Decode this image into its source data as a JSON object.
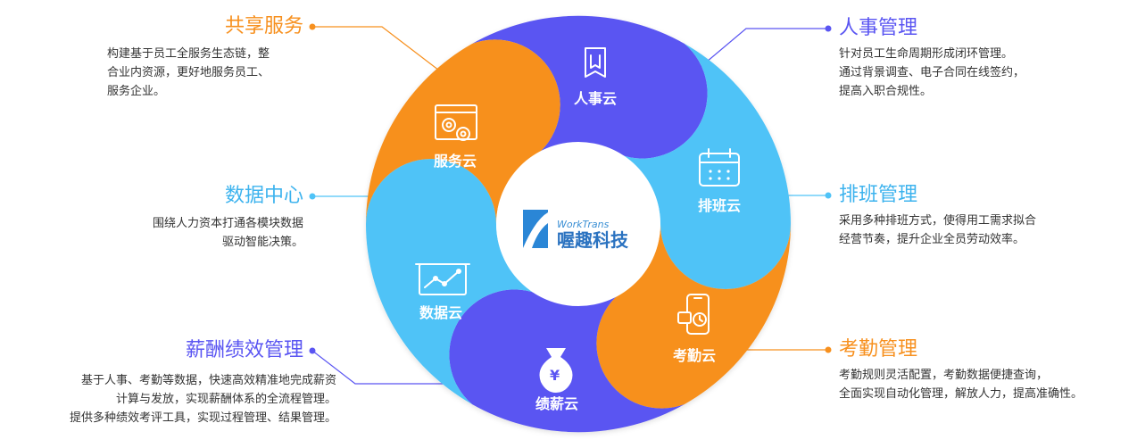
{
  "center": {
    "brand_en": "WorkTrans",
    "brand_cn": "喔趣科技"
  },
  "colors": {
    "purple": "#5a55f2",
    "blue": "#4fc3f7",
    "orange": "#f7901e",
    "light_blue_text": "#3db3ee",
    "orange_text": "#f7901e",
    "purple_text": "#5a55f2"
  },
  "segments": [
    {
      "label": "人事云",
      "icon": "bookmark-icon"
    },
    {
      "label": "排班云",
      "icon": "calendar-icon"
    },
    {
      "label": "考勤云",
      "icon": "phone-clock-icon"
    },
    {
      "label": "绩薪云",
      "icon": "money-bag-icon"
    },
    {
      "label": "数据云",
      "icon": "chart-board-icon"
    },
    {
      "label": "服务云",
      "icon": "gears-icon"
    }
  ],
  "annotations": {
    "hr": {
      "title": "人事管理",
      "lines": [
        "针对员工生命周期形成闭环管理。",
        "通过背景调查、电子合同在线签约，",
        "提高入职合规性。"
      ]
    },
    "schedule": {
      "title": "排班管理",
      "lines": [
        "采用多种排班方式，使得用工需求拟合",
        "经营节奏，提升企业全员劳动效率。"
      ]
    },
    "attendance": {
      "title": "考勤管理",
      "lines": [
        "考勤规则灵活配置，考勤数据便捷查询，",
        "全面实现自动化管理，解放人力，提高准确性。"
      ]
    },
    "salary": {
      "title": "薪酬绩效管理",
      "lines": [
        "基于人事、考勤等数据，快速高效精准地完成薪资",
        "计算与发放，实现薪酬体系的全流程管理。",
        "提供多种绩效考评工具，实现过程管理、结果管理。"
      ]
    },
    "data": {
      "title": "数据中心",
      "lines": [
        "围绕人力资本打通各模块数据",
        "驱动智能决策。"
      ]
    },
    "service": {
      "title": "共享服务",
      "lines": [
        "构建基于员工全服务生态链，整",
        "合业内资源，更好地服务员工、",
        "服务企业。"
      ]
    }
  }
}
